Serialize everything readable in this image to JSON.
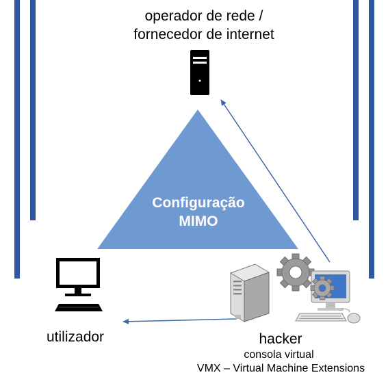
{
  "isp": {
    "line1": "operador de rede /",
    "line2": "fornecedor de internet"
  },
  "triangle": {
    "line1": "Configuração",
    "line2": "MIMO",
    "color": "#6f9ad1"
  },
  "user": {
    "label": "utilizador"
  },
  "hacker": {
    "label": "hacker",
    "sub1": "consola virtual",
    "sub2": "VMX – Virtual Machine Extensions"
  },
  "colors": {
    "bars": "#2f57a0",
    "arrows": "#3d6aa6"
  }
}
